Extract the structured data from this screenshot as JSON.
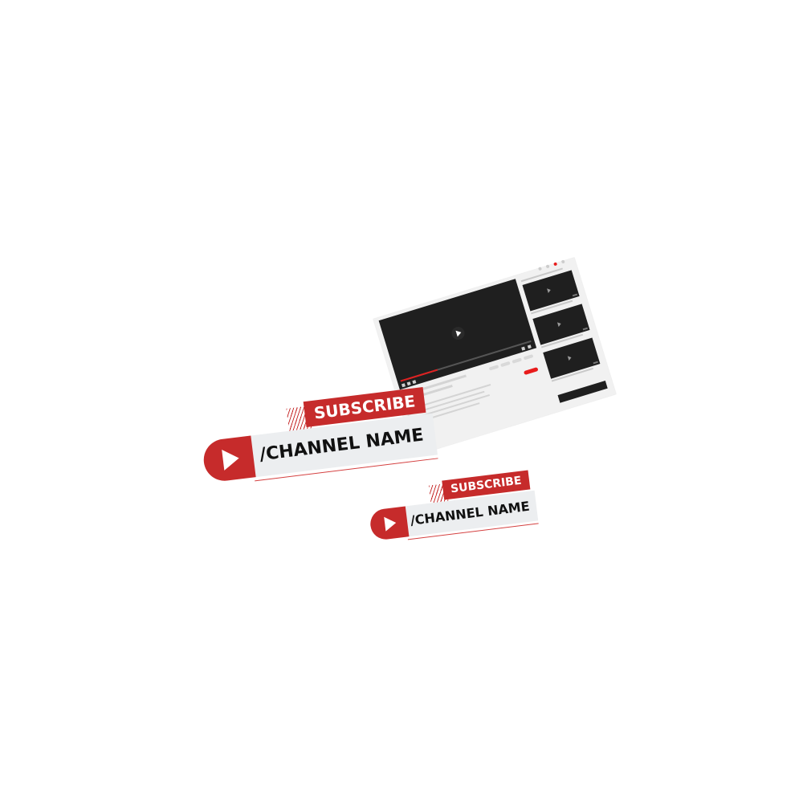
{
  "player": {
    "progress": 0.28,
    "colors": {
      "frame": "#f1f1f1",
      "video": "#1f1f1f",
      "progress": "#e02020",
      "accent": "#e81c1c"
    },
    "icons": [
      "play-icon",
      "mini-play-icon"
    ]
  },
  "banner_large": {
    "subscribe_label": "SUBSCRIBE",
    "channel_label": "/CHANNEL NAME",
    "icon": "play-icon"
  },
  "banner_small": {
    "subscribe_label": "SUBSCRIBE",
    "channel_label": "/CHANNEL NAME",
    "icon": "play-icon"
  },
  "colors": {
    "brand_red": "#c62b2b",
    "name_box": "#eceef0",
    "text_dark": "#111111"
  }
}
